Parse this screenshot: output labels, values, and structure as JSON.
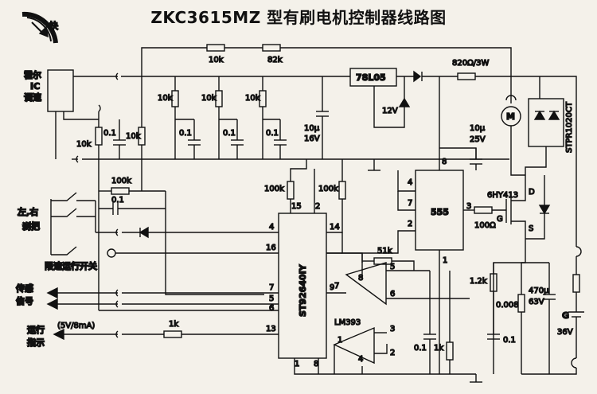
{
  "title": "ZKC3615MZ 型有刷电机控制器线路图",
  "speed_mark": "快",
  "hall": {
    "line1": "霍尔",
    "line2": "IC",
    "line3": "调速"
  },
  "brake": {
    "line1": "左,右",
    "line2": "刹把"
  },
  "limit_switch": "限速运行开关",
  "sensor_signal": {
    "line1": "传感",
    "line2": "信号"
  },
  "run_indicator": {
    "line1": "运行",
    "line2": "指示"
  },
  "run_indicator_level": "(5V/8mA)",
  "components": {
    "r_10k_top": "10k",
    "r_82k": "82k",
    "reg": "78L05",
    "r_820": "820Ω/3W",
    "zener": "12V",
    "r1": "10k",
    "r2": "10k",
    "r3": "10k",
    "c1": "0.1",
    "c2": "0.1",
    "c3": "0.1",
    "cap_10u_16": "10μ",
    "cap_10u_16v": "16V",
    "cap_10u_25": "10μ",
    "cap_10u_25v": "25V",
    "r_left_10k_a": "10k",
    "c_left_01": "0.1",
    "r_left_10k_b": "10k",
    "r_100k_a": "100k",
    "c_01_b": "0.1",
    "r_100k_b": "100k",
    "r_100k_c": "100k",
    "ic555": "555",
    "mosfet": "6HY413",
    "r_100": "100Ω",
    "diode_module": "STPR1020CT",
    "r_51k": "51k",
    "r_12k": "1.2k",
    "c_0008": "0.008",
    "cap_470u": "470μ",
    "cap_470v": "63V",
    "c_01_c": "0.1",
    "c_01_d": "0.1",
    "r_1k_b": "1k",
    "r_1k_out": "1k",
    "ic_main": "ST92640IY",
    "comparator": "LM393",
    "battery": "G",
    "battery_v": "36V",
    "motor": "M",
    "d_lbl": "D",
    "g_lbl": "G",
    "s_lbl": "S"
  },
  "pins": {
    "p15": "15",
    "p2": "2",
    "p4": "4",
    "p14": "14",
    "p16": "16",
    "p7": "7",
    "p5": "5",
    "p6": "6",
    "p9": "9",
    "p13": "13",
    "p1": "1",
    "p8": "8",
    "t8": "8",
    "t4": "4",
    "t7": "7",
    "t3": "3",
    "t2": "2",
    "t1": "1",
    "c7": "7",
    "c8": "8",
    "c5": "5",
    "c6": "6",
    "c3": "3",
    "c2": "2",
    "c1": "1",
    "c4": "4"
  }
}
